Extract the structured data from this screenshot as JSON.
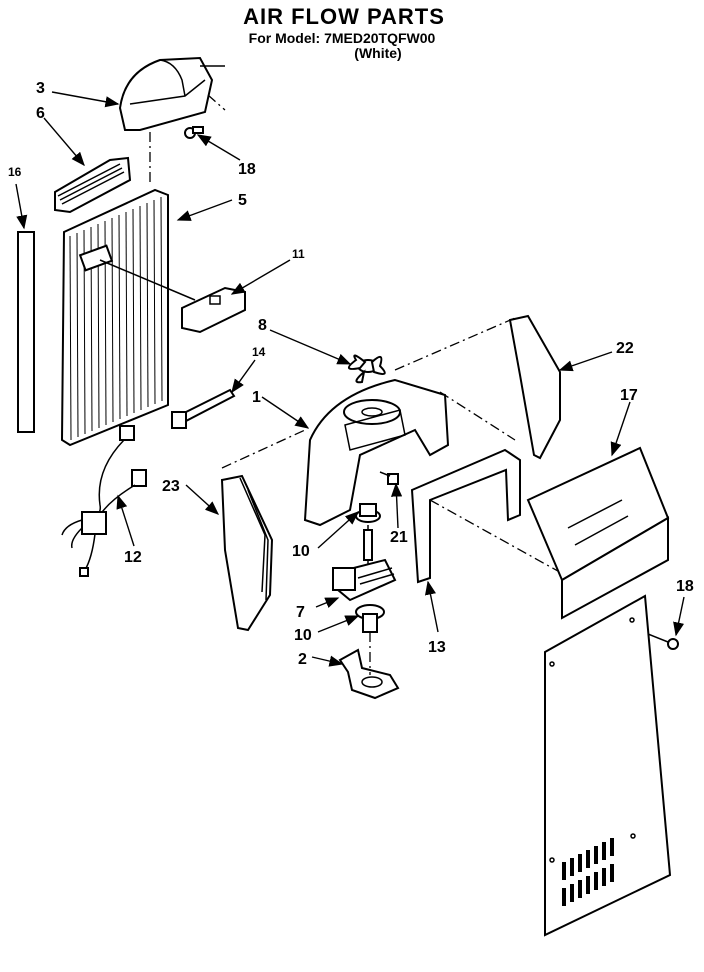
{
  "header": {
    "title": "AIR FLOW PARTS",
    "model_line": "For Model: 7MED20TQFW00",
    "color_line": "(White)"
  },
  "callouts": {
    "c1": "1",
    "c2": "2",
    "c3": "3",
    "c5": "5",
    "c6": "6",
    "c7": "7",
    "c8": "8",
    "c10a": "10",
    "c10b": "10",
    "c11": "11",
    "c12": "12",
    "c13": "13",
    "c14": "14",
    "c16": "16",
    "c17": "17",
    "c18a": "18",
    "c18b": "18",
    "c21": "21",
    "c22": "22",
    "c23": "23"
  }
}
